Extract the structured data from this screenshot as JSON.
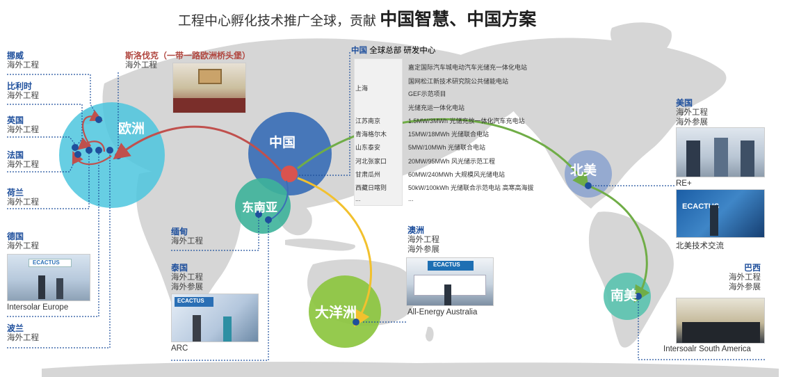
{
  "title": {
    "normal": "工程中心孵化技术推广全球，贡献",
    "strong": "中国智慧、中国方案"
  },
  "regions": {
    "europe": "欧洲",
    "china": "中国",
    "southeast_asia": "东南亚",
    "oceania": "大洋洲",
    "north_america": "北美",
    "south_america": "南美"
  },
  "left_labels": [
    {
      "name": "挪威",
      "sub": [
        "海外工程"
      ]
    },
    {
      "name": "比利时",
      "sub": [
        "海外工程"
      ]
    },
    {
      "name": "英国",
      "sub": [
        "海外工程"
      ]
    },
    {
      "name": "法国",
      "sub": [
        "海外工程"
      ]
    },
    {
      "name": "荷兰",
      "sub": [
        "海外工程"
      ]
    },
    {
      "name": "德国",
      "sub": [
        "海外工程"
      ]
    },
    {
      "name": "波兰",
      "sub": [
        "海外工程"
      ]
    }
  ],
  "serbia": {
    "name": "斯洛伐克（一带一路欧洲桥头堡）",
    "sub": "海外工程"
  },
  "myanmar": {
    "name": "缅甸",
    "sub": "海外工程"
  },
  "thailand": {
    "name": "泰国",
    "sub1": "海外工程",
    "sub2": "海外参展"
  },
  "australia": {
    "name": "澳洲",
    "sub1": "海外工程",
    "sub2": "海外参展"
  },
  "usa": {
    "name": "美国",
    "sub1": "海外工程",
    "sub2": "海外参展"
  },
  "brazil": {
    "name": "巴西",
    "sub1": "海外工程",
    "sub2": "海外参展"
  },
  "captions": {
    "intersolar_europe": "Intersolar Europe",
    "arc": "ARC",
    "all_energy": "All-Energy Australia",
    "re_plus": "RE+",
    "na_exchange": "北美技术交流",
    "intersolar_sa": "Intersoalr South America"
  },
  "ecactus": "ECACTUS",
  "china_panel": {
    "header_cn": "中国",
    "header_rest": "全球总部 研发中心",
    "cities": [
      "上海",
      "江苏南京",
      "青海格尔木",
      "山东泰安",
      "河北张家口",
      "甘肃瓜州",
      "西藏日喀则",
      "..."
    ],
    "projects": [
      "嘉定国际汽车城电动汽车光储充一体化电站",
      "国网松江新技术研究院公共储能电站",
      "GEF示范项目",
      "光储充运一体化电站",
      "1.5MW/3MWh 光储充放一体化汽车充电站",
      "15MW/18MWh 光储联合电站",
      "5MW/10MWh 光储联合电站",
      "20MW/95MWh 风光储示范工程",
      "60MW/240MWh 大规模风光储电站",
      "50kW/100kWh 光储联合示范电站 高寒高海拔",
      "..."
    ]
  },
  "colors": {
    "europe_line": "#c0504d",
    "north_america_line": "#70ad47",
    "oceania_line": "#f2c12e",
    "china_bubble": "#3b6fb6",
    "europe_bubble": "#4cc6de",
    "sea_bubble": "#3db39a",
    "oceania_bubble": "#8cc63f",
    "na_bubble": "#8fa6cf",
    "sa_bubble": "#5cc3b0",
    "dot": "#1e4f9c"
  }
}
